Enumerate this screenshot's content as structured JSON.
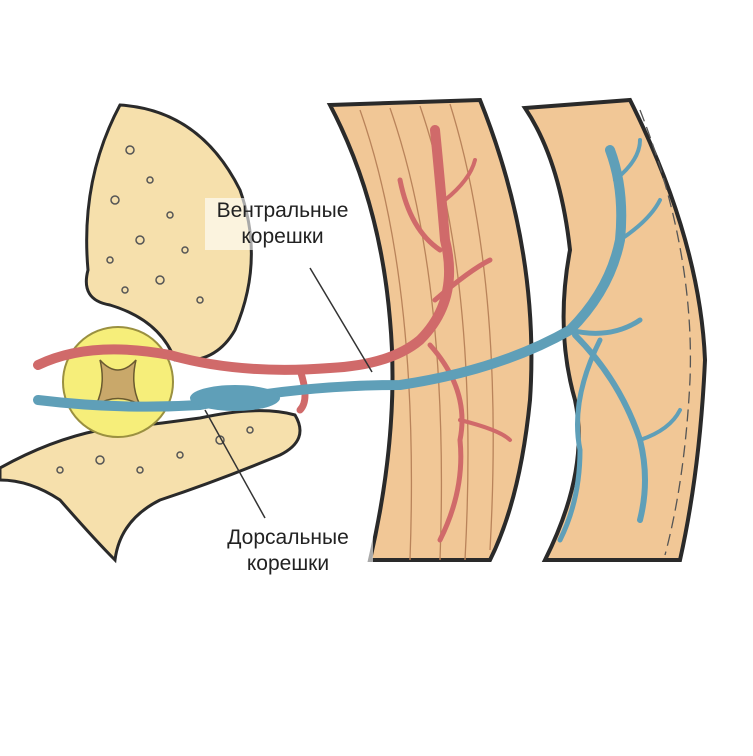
{
  "labels": {
    "ventral": {
      "line1": "Вентральные",
      "line2": "корешки"
    },
    "dorsal": {
      "line1": "Дорсальные",
      "line2": "корешки"
    }
  },
  "colors": {
    "bone": "#f6e0ac",
    "muscle": "#f1c796",
    "cord": "#f6ee7a",
    "artery": "#d06a6a",
    "vein": "#5f9fb8",
    "outline": "#2a2a2a"
  }
}
